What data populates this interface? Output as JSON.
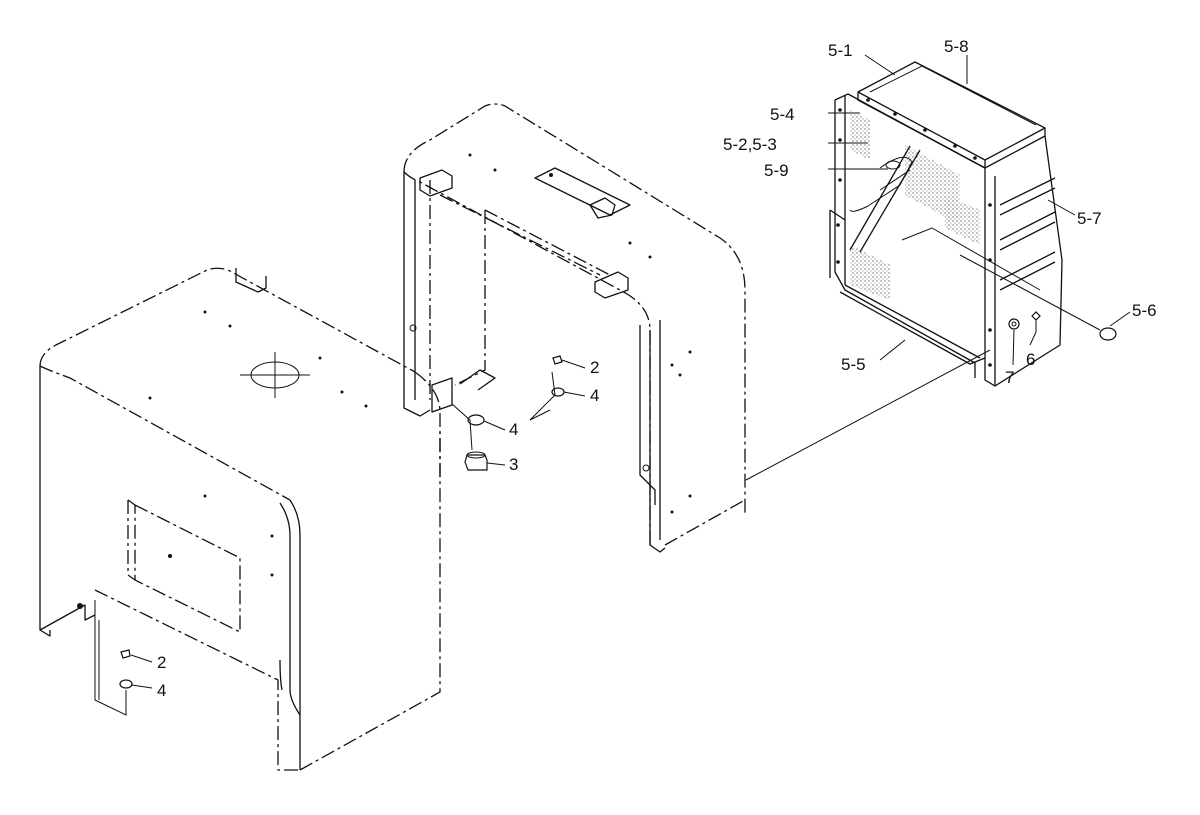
{
  "labels": {
    "p5_1": "5-1",
    "p5_8": "5-8",
    "p5_4": "5-4",
    "p5_2_3": "5-2,5-3",
    "p5_9": "5-9",
    "p5_7": "5-7",
    "p5_6": "5-6",
    "p5_5": "5-5",
    "p7": "7",
    "p6": "6",
    "p2_mid": "2",
    "p4_mid": "4",
    "p4_center": "4",
    "p3": "3",
    "p2_low": "2",
    "p4_low": "4"
  }
}
